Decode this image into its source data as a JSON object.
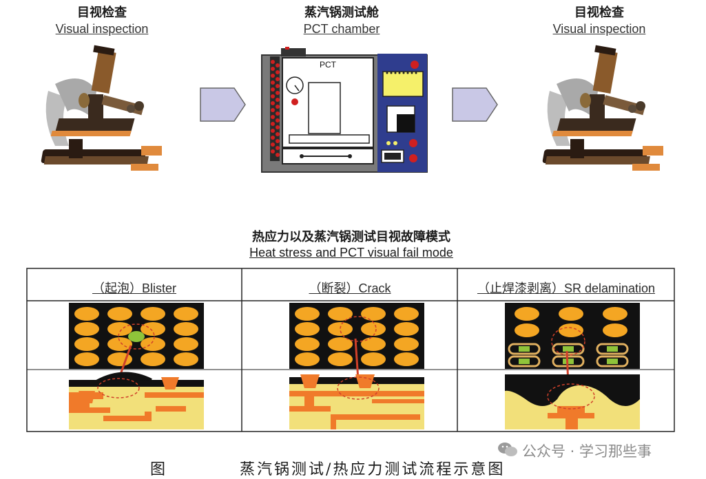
{
  "steps": [
    {
      "zh": "目视检查",
      "en": "Visual inspection",
      "icon": "microscope-icon"
    },
    {
      "zh": "蒸汽锅测试舱",
      "en": "PCT chamber",
      "icon": "pct-chamber-icon",
      "label": "PCT"
    },
    {
      "zh": "目视检查",
      "en": "Visual inspection",
      "icon": "microscope-icon"
    }
  ],
  "section": {
    "zh": "热应力以及蒸汽锅测试目视故障模式",
    "en": "Heat stress and PCT visual fail mode"
  },
  "panels": [
    {
      "heading": "（起泡）Blister"
    },
    {
      "heading": "（断裂）Crack"
    },
    {
      "heading": "（止焊漆剥离）SR delamination"
    }
  ],
  "caption": {
    "label": "图",
    "text": "蒸汽锅测试/热应力测试流程示意图"
  },
  "watermark": {
    "text": "公众号 · 学习那些事"
  },
  "colors": {
    "pad": "#f4a623",
    "board": "#111111",
    "substrate": "#f2e07a",
    "trace": "#f07a2a",
    "arrow": "#c9c8e6",
    "chamber_blue": "#2f3d8e",
    "panel_green": "#f5f06a"
  }
}
